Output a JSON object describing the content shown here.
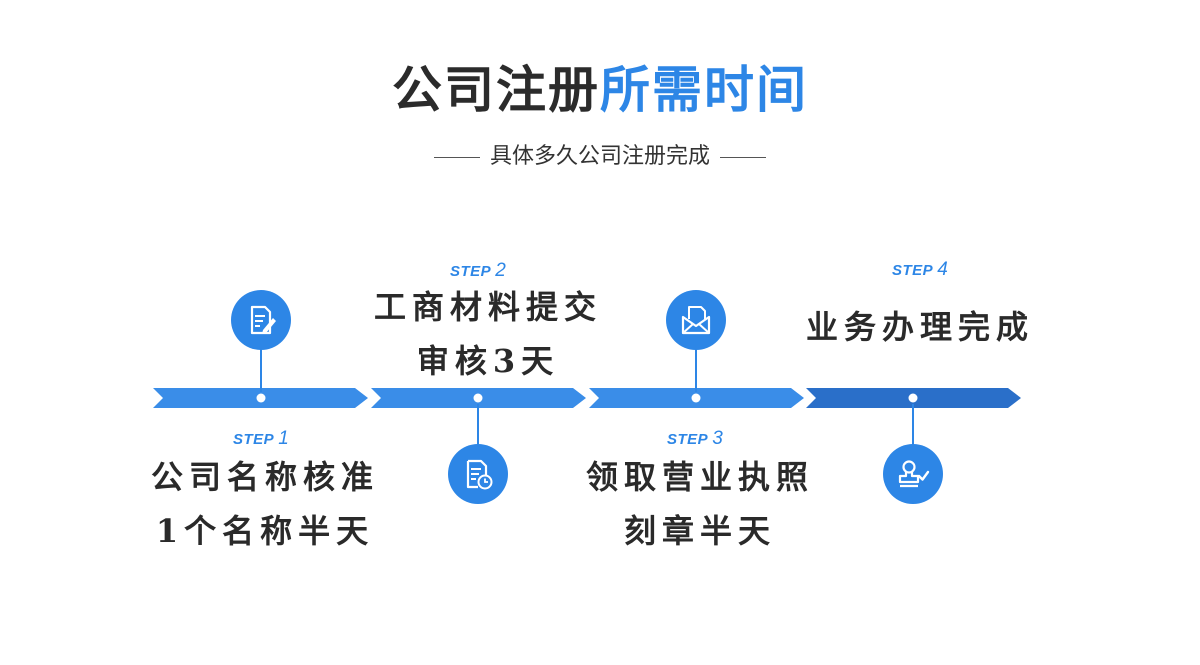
{
  "header": {
    "title_dark": "公司注册",
    "title_blue": "所需时间",
    "subtitle": "具体多久公司注册完成"
  },
  "steps": [
    {
      "label": "STEP",
      "num": "1",
      "lines": [
        "公司名称核准",
        "1个名称半天"
      ],
      "icon": "document-edit-icon"
    },
    {
      "label": "STEP",
      "num": "2",
      "lines": [
        "工商材料提交",
        "审核3天"
      ],
      "icon": "document-clock-icon"
    },
    {
      "label": "STEP",
      "num": "3",
      "lines": [
        "领取营业执照",
        "刻章半天"
      ],
      "icon": "envelope-document-icon"
    },
    {
      "label": "STEP",
      "num": "4",
      "lines": [
        "业务办理完成"
      ],
      "icon": "stamp-check-icon"
    }
  ],
  "colors": {
    "accent": "#2d86e6",
    "arrow_light": "#3a8de8",
    "arrow_dark": "#2a6fc9",
    "text_dark": "#2b2b2b"
  }
}
